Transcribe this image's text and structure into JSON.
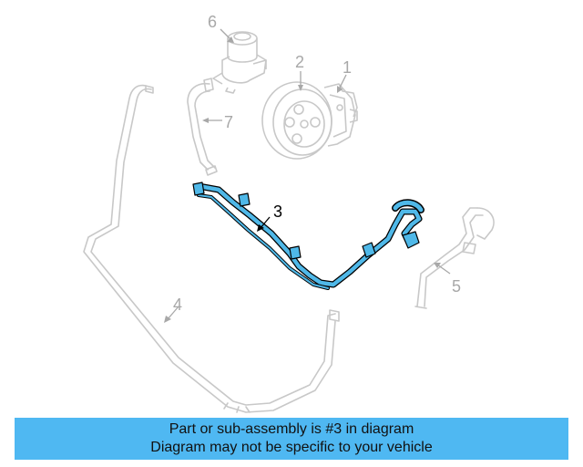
{
  "diagram": {
    "callouts": {
      "p1": "1",
      "p2": "2",
      "p3": "3",
      "p4": "4",
      "p5": "5",
      "p6": "6",
      "p7": "7"
    },
    "highlighted_part": "3"
  },
  "banner": {
    "line1": "Part or sub-assembly is #3 in diagram",
    "line2": "Diagram may not be specific to your vehicle"
  },
  "colors": {
    "highlight": "#4fb8e8",
    "banner_bg": "#4fb8f2",
    "line_art": "#c8c8c8",
    "outline": "#000000"
  }
}
